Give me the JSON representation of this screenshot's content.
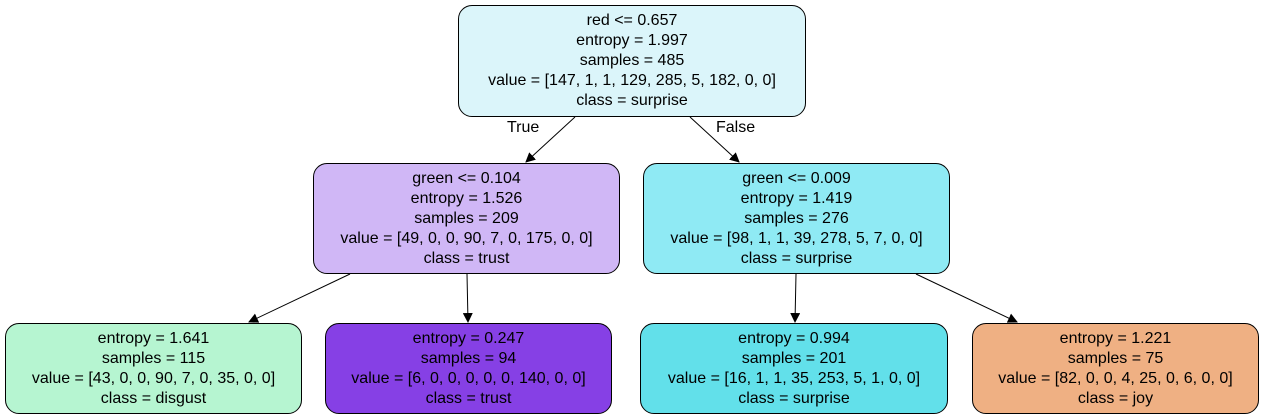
{
  "nodes": {
    "root": {
      "split": "red <= 0.657",
      "entropy": "entropy = 1.997",
      "samples": "samples = 485",
      "value": "value = [147, 1, 1, 129, 285, 5, 182, 0, 0]",
      "class": "class = surprise",
      "color": "#dbf5fa"
    },
    "left": {
      "split": "green <= 0.104",
      "entropy": "entropy = 1.526",
      "samples": "samples = 209",
      "value": "value = [49, 0, 0, 90, 7, 0, 175, 0, 0]",
      "class": "class = trust",
      "color": "#d0b7f6"
    },
    "right": {
      "split": "green <= 0.009",
      "entropy": "entropy = 1.419",
      "samples": "samples = 276",
      "value": "value = [98, 1, 1, 39, 278, 5, 7, 0, 0]",
      "class": "class = surprise",
      "color": "#8feaf4"
    },
    "leaf1": {
      "entropy": "entropy = 1.641",
      "samples": "samples = 115",
      "value": "value = [43, 0, 0, 90, 7, 0, 35, 0, 0]",
      "class": "class = disgust",
      "color": "#b6f5d1"
    },
    "leaf2": {
      "entropy": "entropy = 0.247",
      "samples": "samples = 94",
      "value": "value = [6, 0, 0, 0, 0, 0, 140, 0, 0]",
      "class": "class = trust",
      "color": "#8640e5"
    },
    "leaf3": {
      "entropy": "entropy = 0.994",
      "samples": "samples = 201",
      "value": "value = [16, 1, 1, 35, 253, 5, 1, 0, 0]",
      "class": "class = surprise",
      "color": "#62e0ea"
    },
    "leaf4": {
      "entropy": "entropy = 1.221",
      "samples": "samples = 75",
      "value": "value = [82, 0, 0, 4, 25, 0, 6, 0, 0]",
      "class": "class = joy",
      "color": "#efb083"
    }
  },
  "edge_labels": {
    "true": "True",
    "false": "False"
  }
}
